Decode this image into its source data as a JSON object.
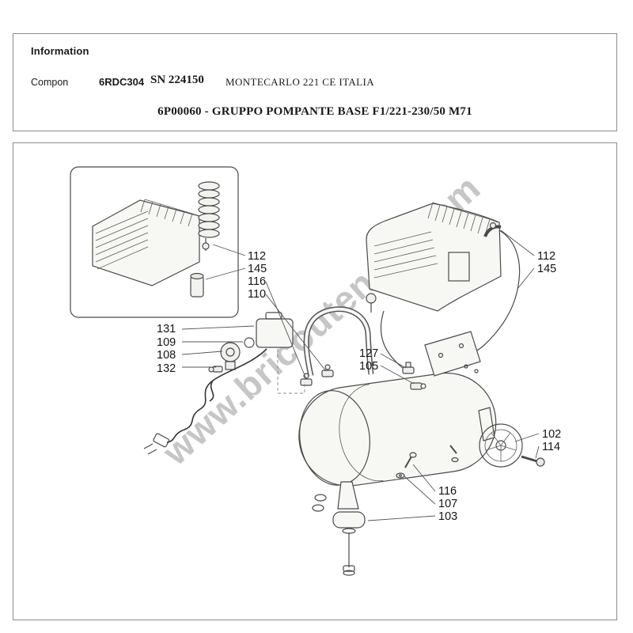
{
  "header": {
    "title": "Information",
    "compon_label": "Compon",
    "part_code": "6RDC304",
    "serial": "SN 224150",
    "model": "MONTECARLO 221 CE ITALIA",
    "subtitle": "6P00060 - GRUPPO POMPANTE BASE F1/221-230/50 M71"
  },
  "watermark": "www.bricoutensili.com",
  "diagram": {
    "callouts": [
      {
        "label": "112"
      },
      {
        "label": "145"
      },
      {
        "label": "116"
      },
      {
        "label": "110"
      },
      {
        "label": "131"
      },
      {
        "label": "109"
      },
      {
        "label": "108"
      },
      {
        "label": "132"
      },
      {
        "label": "127"
      },
      {
        "label": "105"
      },
      {
        "label": "112"
      },
      {
        "label": "145"
      },
      {
        "label": "102"
      },
      {
        "label": "114"
      },
      {
        "label": "116"
      },
      {
        "label": "107"
      },
      {
        "label": "103"
      }
    ]
  }
}
